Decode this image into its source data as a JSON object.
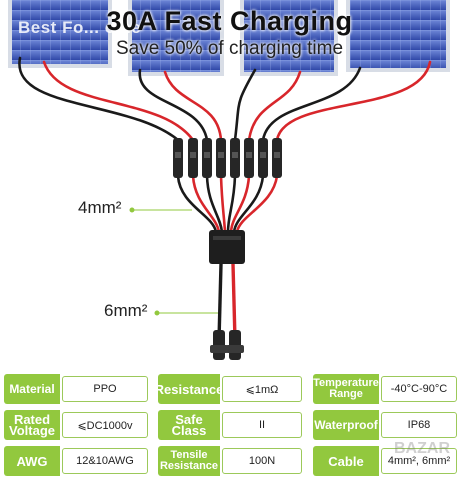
{
  "headline": {
    "title": "30A Fast Charging",
    "subtitle": "Save 50% of charging time",
    "watermark": "Best Fo... ome"
  },
  "labels": {
    "branch_gauge": "4mm²",
    "trunk_gauge": "6mm²"
  },
  "specs": [
    {
      "key": "Material",
      "value": "PPO"
    },
    {
      "key": "Resistance",
      "value": "⩽1mΩ"
    },
    {
      "key": "Temperature Range",
      "value": "-40°C-90°C"
    },
    {
      "key": "Rated Voltage",
      "value": "⩽DC1000v"
    },
    {
      "key": "Safe Class",
      "value": "II"
    },
    {
      "key": "Waterproof",
      "value": "IP68"
    },
    {
      "key": "AWG",
      "value": "12&10AWG"
    },
    {
      "key": "Tensile Resistance",
      "value": "100N"
    },
    {
      "key": "Cable",
      "value": "4mm², 6mm²"
    }
  ],
  "brand": "BAZAR",
  "colors": {
    "accent": "#92c83e",
    "wire_red": "#d8262b",
    "wire_black": "#1a1a1a",
    "panel_blue": "#3b57b8"
  }
}
